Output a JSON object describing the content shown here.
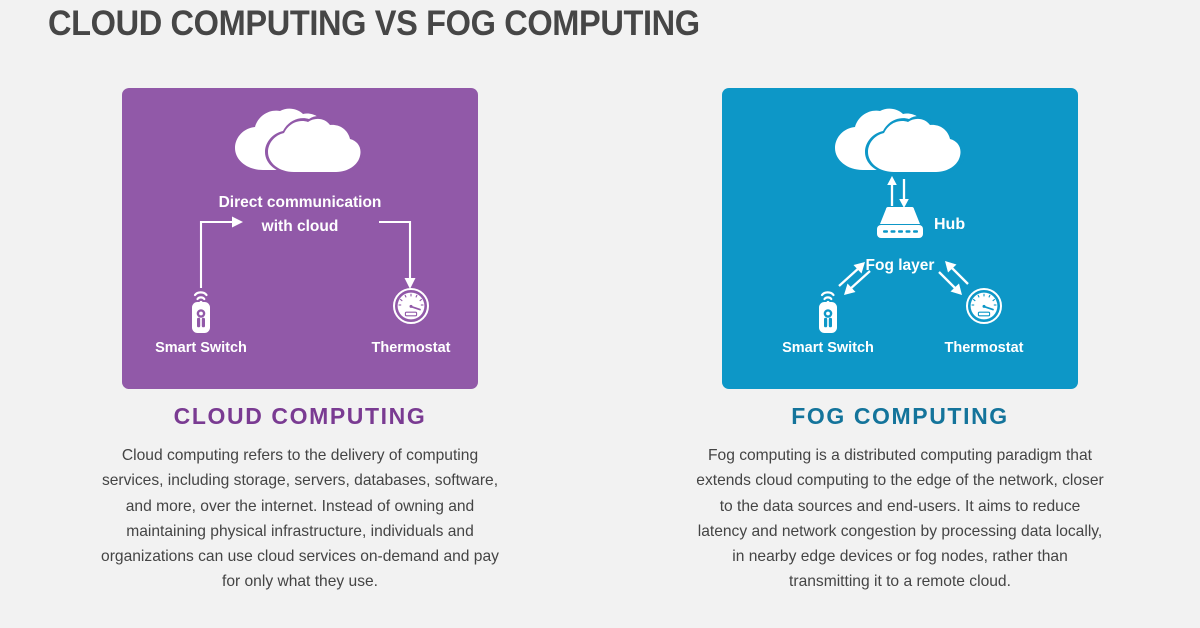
{
  "page": {
    "title": "CLOUD COMPUTING VS FOG COMPUTING",
    "background_color": "#f2f2f2",
    "title_color": "#464646"
  },
  "columns": [
    {
      "id": "cloud-computing",
      "panel": {
        "background_color": "#9159a8",
        "cloud_icon": "cloud-icon",
        "center_caption": "Direct communication with cloud",
        "devices": [
          {
            "icon": "smart-switch-icon",
            "label": "Smart Switch"
          },
          {
            "icon": "thermostat-icon",
            "label": "Thermostat"
          }
        ],
        "arrows": [
          {
            "name": "arrow-switch-to-cloud",
            "direction": "up-right"
          },
          {
            "name": "arrow-cloud-to-thermostat",
            "direction": "right-down"
          }
        ]
      },
      "heading": "CLOUD COMPUTING",
      "heading_color": "#7a3b92",
      "body": "Cloud computing refers to the delivery of computing services, including storage, servers, databases, software, and more, over the internet. Instead of owning and maintaining physical infrastructure, individuals and organizations can use cloud services on-demand and pay for only what they use."
    },
    {
      "id": "fog-computing",
      "panel": {
        "background_color": "#0d97c7",
        "cloud_icon": "cloud-icon",
        "hub_icon": "hub-icon",
        "hub_label": "Hub",
        "center_caption": "Fog layer",
        "devices": [
          {
            "icon": "smart-switch-icon",
            "label": "Smart Switch"
          },
          {
            "icon": "thermostat-icon",
            "label": "Thermostat"
          }
        ],
        "arrows": [
          {
            "name": "arrow-cloud-hub-bidirectional",
            "direction": "up-down"
          },
          {
            "name": "arrow-hub-switch-bidirectional",
            "direction": "diagonal-left"
          },
          {
            "name": "arrow-hub-thermostat-bidirectional",
            "direction": "diagonal-right"
          }
        ]
      },
      "heading": "FOG COMPUTING",
      "heading_color": "#14749b",
      "body": "Fog computing is a distributed computing paradigm that extends cloud computing to the edge of the network, closer to the data sources and end-users. It aims to reduce latency and network congestion by processing data locally, in nearby edge devices or fog nodes, rather than transmitting it to a remote cloud."
    }
  ]
}
